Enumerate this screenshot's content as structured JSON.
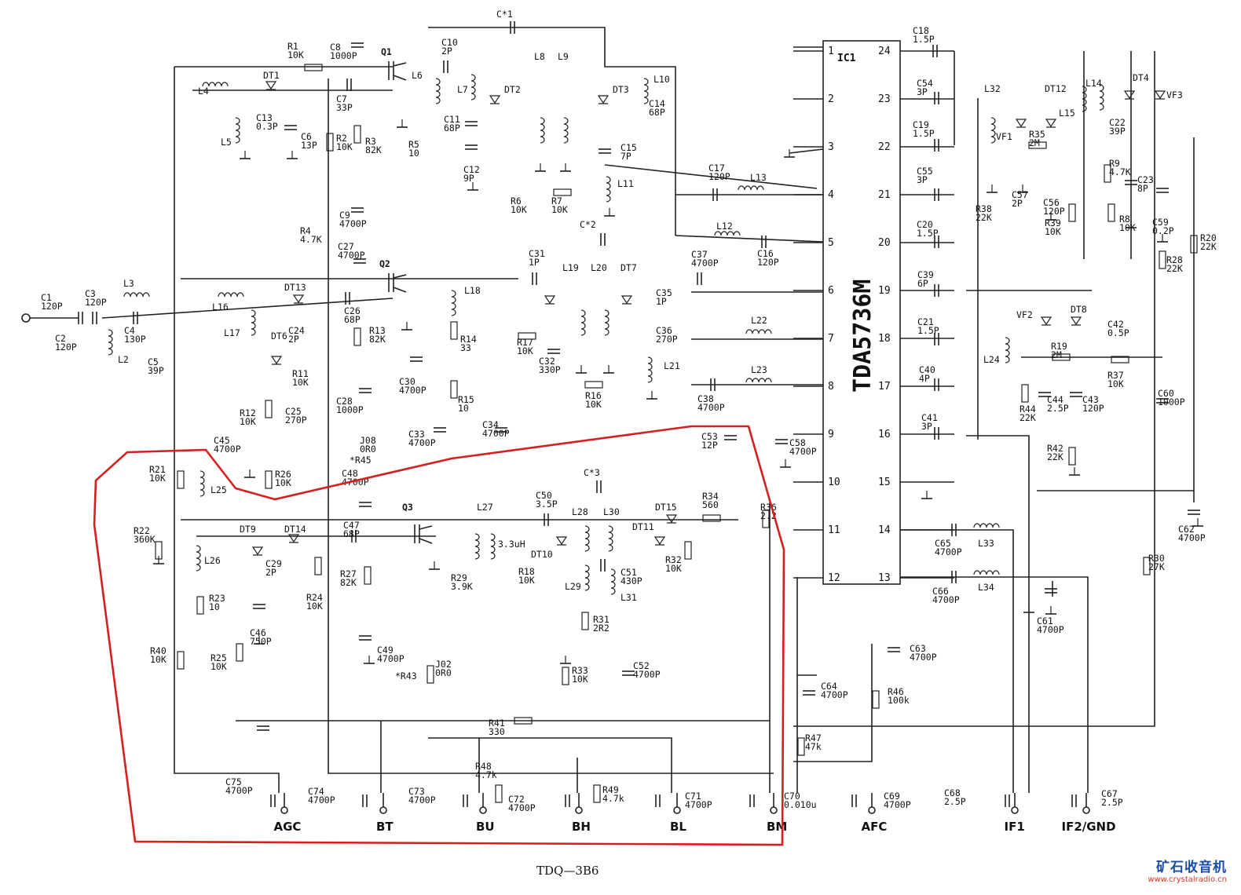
{
  "ic": {
    "name": "IC1",
    "part": "TDA5736M",
    "left_pins": [
      "1",
      "2",
      "3",
      "4",
      "5",
      "6",
      "7",
      "8",
      "9",
      "10",
      "11",
      "12"
    ],
    "right_pins": [
      "24",
      "23",
      "22",
      "21",
      "20",
      "19",
      "18",
      "17",
      "16",
      "15",
      "14",
      "13"
    ]
  },
  "transistors": [
    "Q1",
    "Q2",
    "Q3"
  ],
  "components": [
    {
      "ref": "C*1",
      "val": ""
    },
    {
      "ref": "C10",
      "val": "2P"
    },
    {
      "ref": "R1",
      "val": "10K"
    },
    {
      "ref": "C8",
      "val": "1000P"
    },
    {
      "ref": "DT1",
      "val": ""
    },
    {
      "ref": "L4",
      "val": ""
    },
    {
      "ref": "L5",
      "val": ""
    },
    {
      "ref": "C13",
      "val": "0.3P"
    },
    {
      "ref": "C6",
      "val": "13P"
    },
    {
      "ref": "C7",
      "val": "33P"
    },
    {
      "ref": "R2",
      "val": "10K"
    },
    {
      "ref": "R3",
      "val": "82K"
    },
    {
      "ref": "R5",
      "val": "10"
    },
    {
      "ref": "L6",
      "val": ""
    },
    {
      "ref": "L7",
      "val": ""
    },
    {
      "ref": "DT2",
      "val": ""
    },
    {
      "ref": "L8",
      "val": ""
    },
    {
      "ref": "L9",
      "val": ""
    },
    {
      "ref": "DT3",
      "val": ""
    },
    {
      "ref": "L10",
      "val": ""
    },
    {
      "ref": "C14",
      "val": "68P"
    },
    {
      "ref": "C11",
      "val": "68P"
    },
    {
      "ref": "C12",
      "val": "9P"
    },
    {
      "ref": "C15",
      "val": "7P"
    },
    {
      "ref": "L11",
      "val": ""
    },
    {
      "ref": "R6",
      "val": "10K"
    },
    {
      "ref": "R7",
      "val": "10K"
    },
    {
      "ref": "C17",
      "val": "120P"
    },
    {
      "ref": "L13",
      "val": ""
    },
    {
      "ref": "C9",
      "val": "4700P"
    },
    {
      "ref": "R4",
      "val": "4.7K"
    },
    {
      "ref": "C27",
      "val": "4700P"
    },
    {
      "ref": "C*2",
      "val": ""
    },
    {
      "ref": "L12",
      "val": ""
    },
    {
      "ref": "C16",
      "val": "120P"
    },
    {
      "ref": "C37",
      "val": "4700P"
    },
    {
      "ref": "C31",
      "val": "1P"
    },
    {
      "ref": "L19",
      "val": ""
    },
    {
      "ref": "L20",
      "val": ""
    },
    {
      "ref": "DT7",
      "val": ""
    },
    {
      "ref": "C35",
      "val": "1P"
    },
    {
      "ref": "C1",
      "val": "120P"
    },
    {
      "ref": "C3",
      "val": "120P"
    },
    {
      "ref": "L3",
      "val": ""
    },
    {
      "ref": "C2",
      "val": "120P"
    },
    {
      "ref": "C4",
      "val": "130P"
    },
    {
      "ref": "L2",
      "val": ""
    },
    {
      "ref": "C5",
      "val": "39P"
    },
    {
      "ref": "L16",
      "val": ""
    },
    {
      "ref": "L17",
      "val": ""
    },
    {
      "ref": "DT13",
      "val": ""
    },
    {
      "ref": "DT6",
      "val": ""
    },
    {
      "ref": "C24",
      "val": "2P"
    },
    {
      "ref": "R11",
      "val": "10K"
    },
    {
      "ref": "C26",
      "val": "68P"
    },
    {
      "ref": "R13",
      "val": "82K"
    },
    {
      "ref": "L18",
      "val": ""
    },
    {
      "ref": "R14",
      "val": "33"
    },
    {
      "ref": "R17",
      "val": "10K"
    },
    {
      "ref": "C32",
      "val": "330P"
    },
    {
      "ref": "C36",
      "val": "270P"
    },
    {
      "ref": "L21",
      "val": ""
    },
    {
      "ref": "L22",
      "val": ""
    },
    {
      "ref": "L23",
      "val": ""
    },
    {
      "ref": "C38",
      "val": "4700P"
    },
    {
      "ref": "R16",
      "val": "10K"
    },
    {
      "ref": "C30",
      "val": "4700P"
    },
    {
      "ref": "R15",
      "val": "10"
    },
    {
      "ref": "C34",
      "val": "4700P"
    },
    {
      "ref": "R12",
      "val": "10K"
    },
    {
      "ref": "C25",
      "val": "270P"
    },
    {
      "ref": "C28",
      "val": "1000P"
    },
    {
      "ref": "J08",
      "val": "0R0"
    },
    {
      "ref": "*R45",
      "val": ""
    },
    {
      "ref": "C33",
      "val": "4700P"
    },
    {
      "ref": "C45",
      "val": "4700P"
    },
    {
      "ref": "R21",
      "val": "10K"
    },
    {
      "ref": "R26",
      "val": "10K"
    },
    {
      "ref": "L25",
      "val": ""
    },
    {
      "ref": "C48",
      "val": "4700P"
    },
    {
      "ref": "C53",
      "val": "12P"
    },
    {
      "ref": "C58",
      "val": "4700P"
    },
    {
      "ref": "C*3",
      "val": ""
    },
    {
      "ref": "C50",
      "val": "3.5P"
    },
    {
      "ref": "L27",
      "val": ""
    },
    {
      "ref": "L28",
      "val": ""
    },
    {
      "ref": "L30",
      "val": ""
    },
    {
      "ref": "DT15",
      "val": ""
    },
    {
      "ref": "R34",
      "val": "560"
    },
    {
      "ref": "R36",
      "val": "2.2"
    },
    {
      "ref": "R22",
      "val": "360K"
    },
    {
      "ref": "DT9",
      "val": ""
    },
    {
      "ref": "DT14",
      "val": ""
    },
    {
      "ref": "C47",
      "val": "68P"
    },
    {
      "ref": "C29",
      "val": "2P"
    },
    {
      "ref": "L26",
      "val": ""
    },
    {
      "ref": "R24",
      "val": "10K"
    },
    {
      "ref": "R27",
      "val": "82K"
    },
    {
      "ref": "3.3uH",
      "val": ""
    },
    {
      "ref": "DT10",
      "val": ""
    },
    {
      "ref": "DT11",
      "val": ""
    },
    {
      "ref": "C51",
      "val": "430P"
    },
    {
      "ref": "L31",
      "val": ""
    },
    {
      "ref": "R32",
      "val": "10K"
    },
    {
      "ref": "R18",
      "val": "10K"
    },
    {
      "ref": "R29",
      "val": "3.9K"
    },
    {
      "ref": "L29",
      "val": ""
    },
    {
      "ref": "R31",
      "val": "2R2"
    },
    {
      "ref": "R23",
      "val": "10"
    },
    {
      "ref": "C46",
      "val": "750P"
    },
    {
      "ref": "C49",
      "val": "4700P"
    },
    {
      "ref": "R40",
      "val": "10K"
    },
    {
      "ref": "R25",
      "val": "10K"
    },
    {
      "ref": "J02",
      "val": "0R0"
    },
    {
      "ref": "*R43",
      "val": ""
    },
    {
      "ref": "C52",
      "val": "4700P"
    },
    {
      "ref": "R33",
      "val": "10K"
    },
    {
      "ref": "R41",
      "val": "330"
    },
    {
      "ref": "R48",
      "val": "4.7k"
    },
    {
      "ref": "R49",
      "val": "4.7k"
    },
    {
      "ref": "C75",
      "val": "4700P"
    },
    {
      "ref": "C74",
      "val": "4700P"
    },
    {
      "ref": "C73",
      "val": "4700P"
    },
    {
      "ref": "C72",
      "val": "4700P"
    },
    {
      "ref": "C71",
      "val": "4700P"
    },
    {
      "ref": "C70",
      "val": "0.010u"
    },
    {
      "ref": "C69",
      "val": "4700P"
    },
    {
      "ref": "C68",
      "val": "2.5P"
    },
    {
      "ref": "C67",
      "val": "2.5P"
    },
    {
      "ref": "C18",
      "val": "1.5P"
    },
    {
      "ref": "C54",
      "val": "3P"
    },
    {
      "ref": "C19",
      "val": "1.5P"
    },
    {
      "ref": "C55",
      "val": "3P"
    },
    {
      "ref": "C20",
      "val": "1.5P"
    },
    {
      "ref": "C39",
      "val": "6P"
    },
    {
      "ref": "C21",
      "val": "1.5P"
    },
    {
      "ref": "C40",
      "val": "4P"
    },
    {
      "ref": "C41",
      "val": "3P"
    },
    {
      "ref": "L32",
      "val": ""
    },
    {
      "ref": "DT12",
      "val": ""
    },
    {
      "ref": "VF1",
      "val": ""
    },
    {
      "ref": "R35",
      "val": "2M"
    },
    {
      "ref": "L14",
      "val": ""
    },
    {
      "ref": "DT4",
      "val": ""
    },
    {
      "ref": "VF3",
      "val": ""
    },
    {
      "ref": "L15",
      "val": ""
    },
    {
      "ref": "C22",
      "val": "39P"
    },
    {
      "ref": "R9",
      "val": "4.7K"
    },
    {
      "ref": "C23",
      "val": "8P"
    },
    {
      "ref": "C57",
      "val": "2P"
    },
    {
      "ref": "C56",
      "val": "120P"
    },
    {
      "ref": "R38",
      "val": "22K"
    },
    {
      "ref": "R39",
      "val": "10K"
    },
    {
      "ref": "R8",
      "val": "10K"
    },
    {
      "ref": "C59",
      "val": "0.2P"
    },
    {
      "ref": "R20",
      "val": "22K"
    },
    {
      "ref": "R28",
      "val": "22K"
    },
    {
      "ref": "VF2",
      "val": ""
    },
    {
      "ref": "DT8",
      "val": ""
    },
    {
      "ref": "C42",
      "val": "0.5P"
    },
    {
      "ref": "R19",
      "val": "2M"
    },
    {
      "ref": "L24",
      "val": ""
    },
    {
      "ref": "R37",
      "val": "10K"
    },
    {
      "ref": "C60",
      "val": "1000P"
    },
    {
      "ref": "C44",
      "val": "2.5P"
    },
    {
      "ref": "C43",
      "val": "120P"
    },
    {
      "ref": "R44",
      "val": "22K"
    },
    {
      "ref": "R42",
      "val": "22K"
    },
    {
      "ref": "C62",
      "val": "4700P"
    },
    {
      "ref": "C65",
      "val": "4700P"
    },
    {
      "ref": "L33",
      "val": ""
    },
    {
      "ref": "C66",
      "val": "4700P"
    },
    {
      "ref": "L34",
      "val": ""
    },
    {
      "ref": "R30",
      "val": "27K"
    },
    {
      "ref": "C61",
      "val": "4700P"
    },
    {
      "ref": "C63",
      "val": "4700P"
    },
    {
      "ref": "C64",
      "val": "4700P"
    },
    {
      "ref": "R46",
      "val": "100k"
    },
    {
      "ref": "R47",
      "val": "47k"
    }
  ],
  "terminals": [
    "AGC",
    "BT",
    "BU",
    "BH",
    "BL",
    "BM",
    "AFC",
    "IF1",
    "IF2/GND"
  ],
  "footer": "TDQ—3B6",
  "watermark": {
    "title": "矿石收音机",
    "url": "www.crystalradio.cn"
  },
  "colors": {
    "ink": "#222222",
    "highlight": "#d42020",
    "watermark_blue": "#1a4fa0",
    "watermark_red": "#d23a2a"
  }
}
